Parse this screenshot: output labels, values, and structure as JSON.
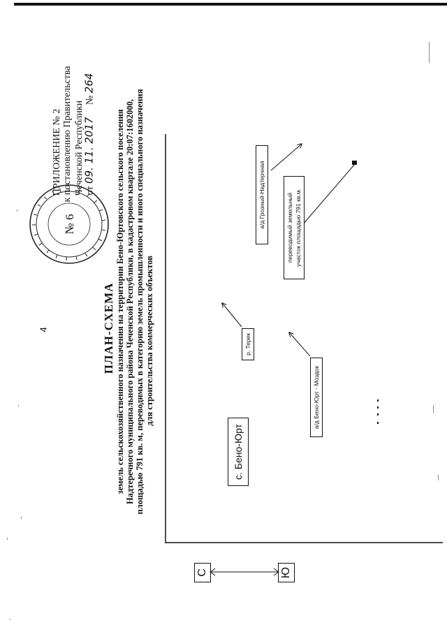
{
  "page": {
    "page_number": "4"
  },
  "appendix": {
    "title": "ПРИЛОЖЕНИЕ № 2",
    "line1": "к постановлению Правительства",
    "line2": "Чеченской Республики",
    "date_prefix": "от",
    "date_handwritten": "09. 11. 2017",
    "number_prefix": "№",
    "number_handwritten": "264"
  },
  "stamp": {
    "number": "№ 6"
  },
  "plan": {
    "title": "ПЛАН-СХЕМА",
    "lines": [
      "земель сельскохозяйственного назначения на территории Бено-Юртовского сельского поселения",
      "Надтеречного муниципального района Чеченской Республики, в кадастровом квартале 20:07:1602000,",
      "площадью 791 кв. м, переводимых в категорию земель промышленности и иного специального назначения",
      "для строительства коммерческих объектов"
    ]
  },
  "map": {
    "labels": {
      "village": "с. Бено-Юрт",
      "river": "р. Терек",
      "road1": "а/д Грозный-Надтерчная",
      "road2": "а/д Бено-Юрт - Моздок",
      "parcel_line1": "переводимый земельный",
      "parcel_line2": "участок площадью 791 кв.м."
    },
    "compass": {
      "north": "С",
      "south": "Ю"
    }
  }
}
